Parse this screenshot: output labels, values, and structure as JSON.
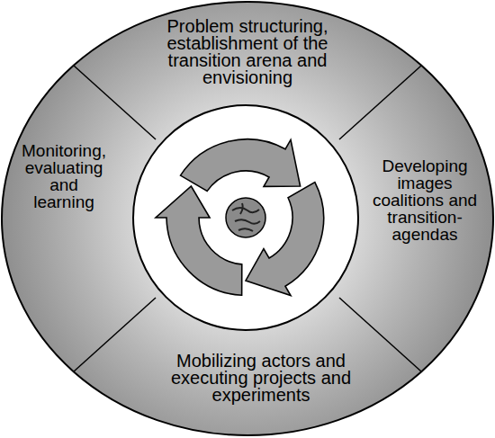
{
  "diagram": {
    "nodes": [
      {
        "text": [
          "Problem structuring, establishment of the transition arena and envisioning"
        ]
      },
      {
        "text": [
          "Monitoring, evaluating and learning"
        ]
      },
      {
        "text": [
          "Developing images coalitions and transition-agendas"
        ]
      },
      {
        "text": [
          "Mobilizing actors and executing projects and experiments"
        ]
      }
    ]
  }
}
